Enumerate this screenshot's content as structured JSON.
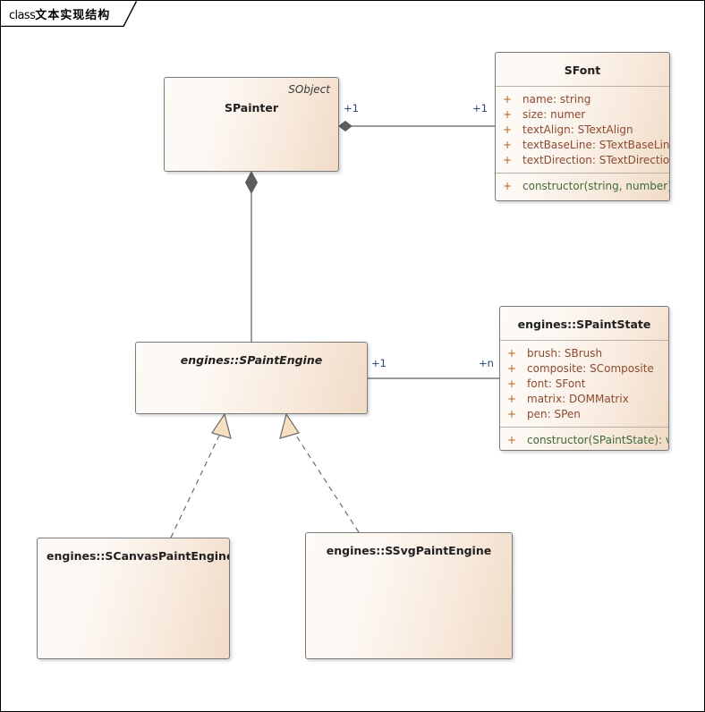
{
  "frame": {
    "keyword": "class",
    "title_cjk": "文本实现结构"
  },
  "colors": {
    "box_fill_light": "#fdfaf7",
    "box_fill_dark": "#f0dbc6",
    "box_border": "#7a7a7a",
    "attribute_text": "#8c4a2f",
    "method_text": "#3f6b37",
    "visibility_plus": "#b5651d",
    "multiplicity_text": "#2c4a73",
    "connector_line": "#5d5d5d",
    "diamond_fill": "#5d5d5d",
    "triangle_fill": "#f7e0c0",
    "canvas_border": "#000000"
  },
  "classes": {
    "sfont": {
      "name": "SFont",
      "abstract": false,
      "stereotype": null,
      "attributes": [
        {
          "visibility": "+",
          "text": "name: string"
        },
        {
          "visibility": "+",
          "text": "size: numer"
        },
        {
          "visibility": "+",
          "text": "textAlign: STextAlign"
        },
        {
          "visibility": "+",
          "text": "textBaseLine: STextBaseLine"
        },
        {
          "visibility": "+",
          "text": "textDirection: STextDirection"
        }
      ],
      "methods": [
        {
          "visibility": "+",
          "text": "constructor(string, number): void"
        }
      ]
    },
    "spainter": {
      "name": "SPainter",
      "abstract": false,
      "stereotype": "SObject",
      "attributes": [],
      "methods": []
    },
    "spaintstate": {
      "name": "engines::SPaintState",
      "abstract": false,
      "stereotype": null,
      "attributes": [
        {
          "visibility": "+",
          "text": "brush: SBrush"
        },
        {
          "visibility": "+",
          "text": "composite: SComposite"
        },
        {
          "visibility": "+",
          "text": "font: SFont"
        },
        {
          "visibility": "+",
          "text": "matrix: DOMMatrix"
        },
        {
          "visibility": "+",
          "text": "pen: SPen"
        }
      ],
      "methods": [
        {
          "visibility": "+",
          "text": "constructor(SPaintState): void"
        }
      ]
    },
    "spaintengine": {
      "name": "engines::SPaintEngine",
      "abstract": true,
      "stereotype": null,
      "attributes": [],
      "methods": []
    },
    "scanvaspaintengine": {
      "name": "engines::SCanvasPaintEngine",
      "abstract": false,
      "stereotype": null,
      "attributes": [],
      "methods": []
    },
    "ssvgpaintengine": {
      "name": "engines::SSvgPaintEngine",
      "abstract": false,
      "stereotype": null,
      "attributes": [],
      "methods": []
    }
  },
  "relations": {
    "spainter_sfont": {
      "type": "composition",
      "source_mult": "+1",
      "target_mult": "+1"
    },
    "spainter_spaintengine": {
      "type": "composition",
      "source_mult": "",
      "target_mult": ""
    },
    "spaintengine_spaintstate": {
      "type": "association",
      "source_mult": "+1",
      "target_mult": "+n"
    },
    "scanvas_realizes": {
      "type": "realization"
    },
    "ssvg_realizes": {
      "type": "realization"
    }
  }
}
